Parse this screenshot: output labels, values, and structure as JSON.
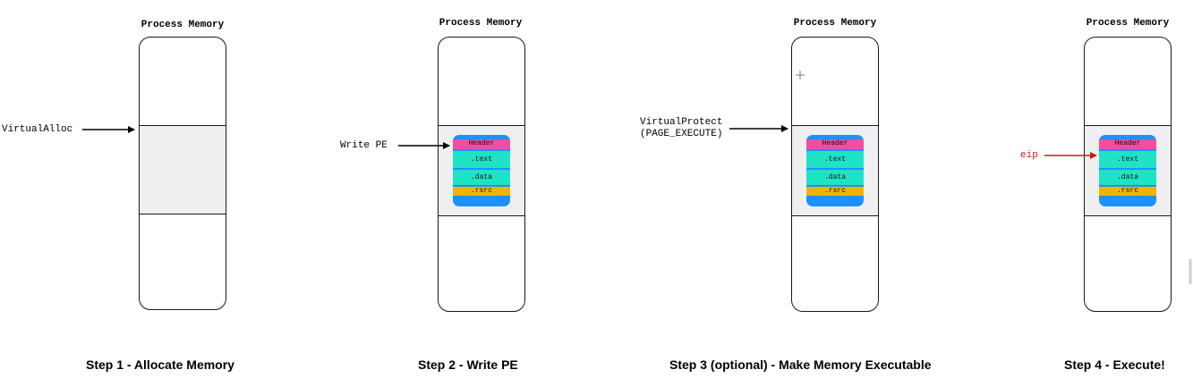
{
  "panel_title": "Process Memory",
  "steps": [
    {
      "caption": "Step 1 - Allocate Memory",
      "label": "VirtualAlloc"
    },
    {
      "caption": "Step 2 - Write PE",
      "label": "Write PE"
    },
    {
      "caption": "Step 3 (optional) - Make Memory Executable",
      "label_line1": "VirtualProtect",
      "label_line2": "(PAGE_EXECUTE)"
    },
    {
      "caption": "Step 4 - Execute!",
      "label": "eip"
    }
  ],
  "pe_sections": {
    "header": "Header",
    "text": ".text",
    "data": ".data",
    "rsrc": ".rsrc"
  },
  "colors": {
    "header": "#ee4fa0",
    "text": "#1ee3c4",
    "data": "#1ee3c4",
    "rsrc": "#f0b400",
    "pe_bg": "#1e90ff",
    "eip_arrow": "#cc1a1a"
  }
}
